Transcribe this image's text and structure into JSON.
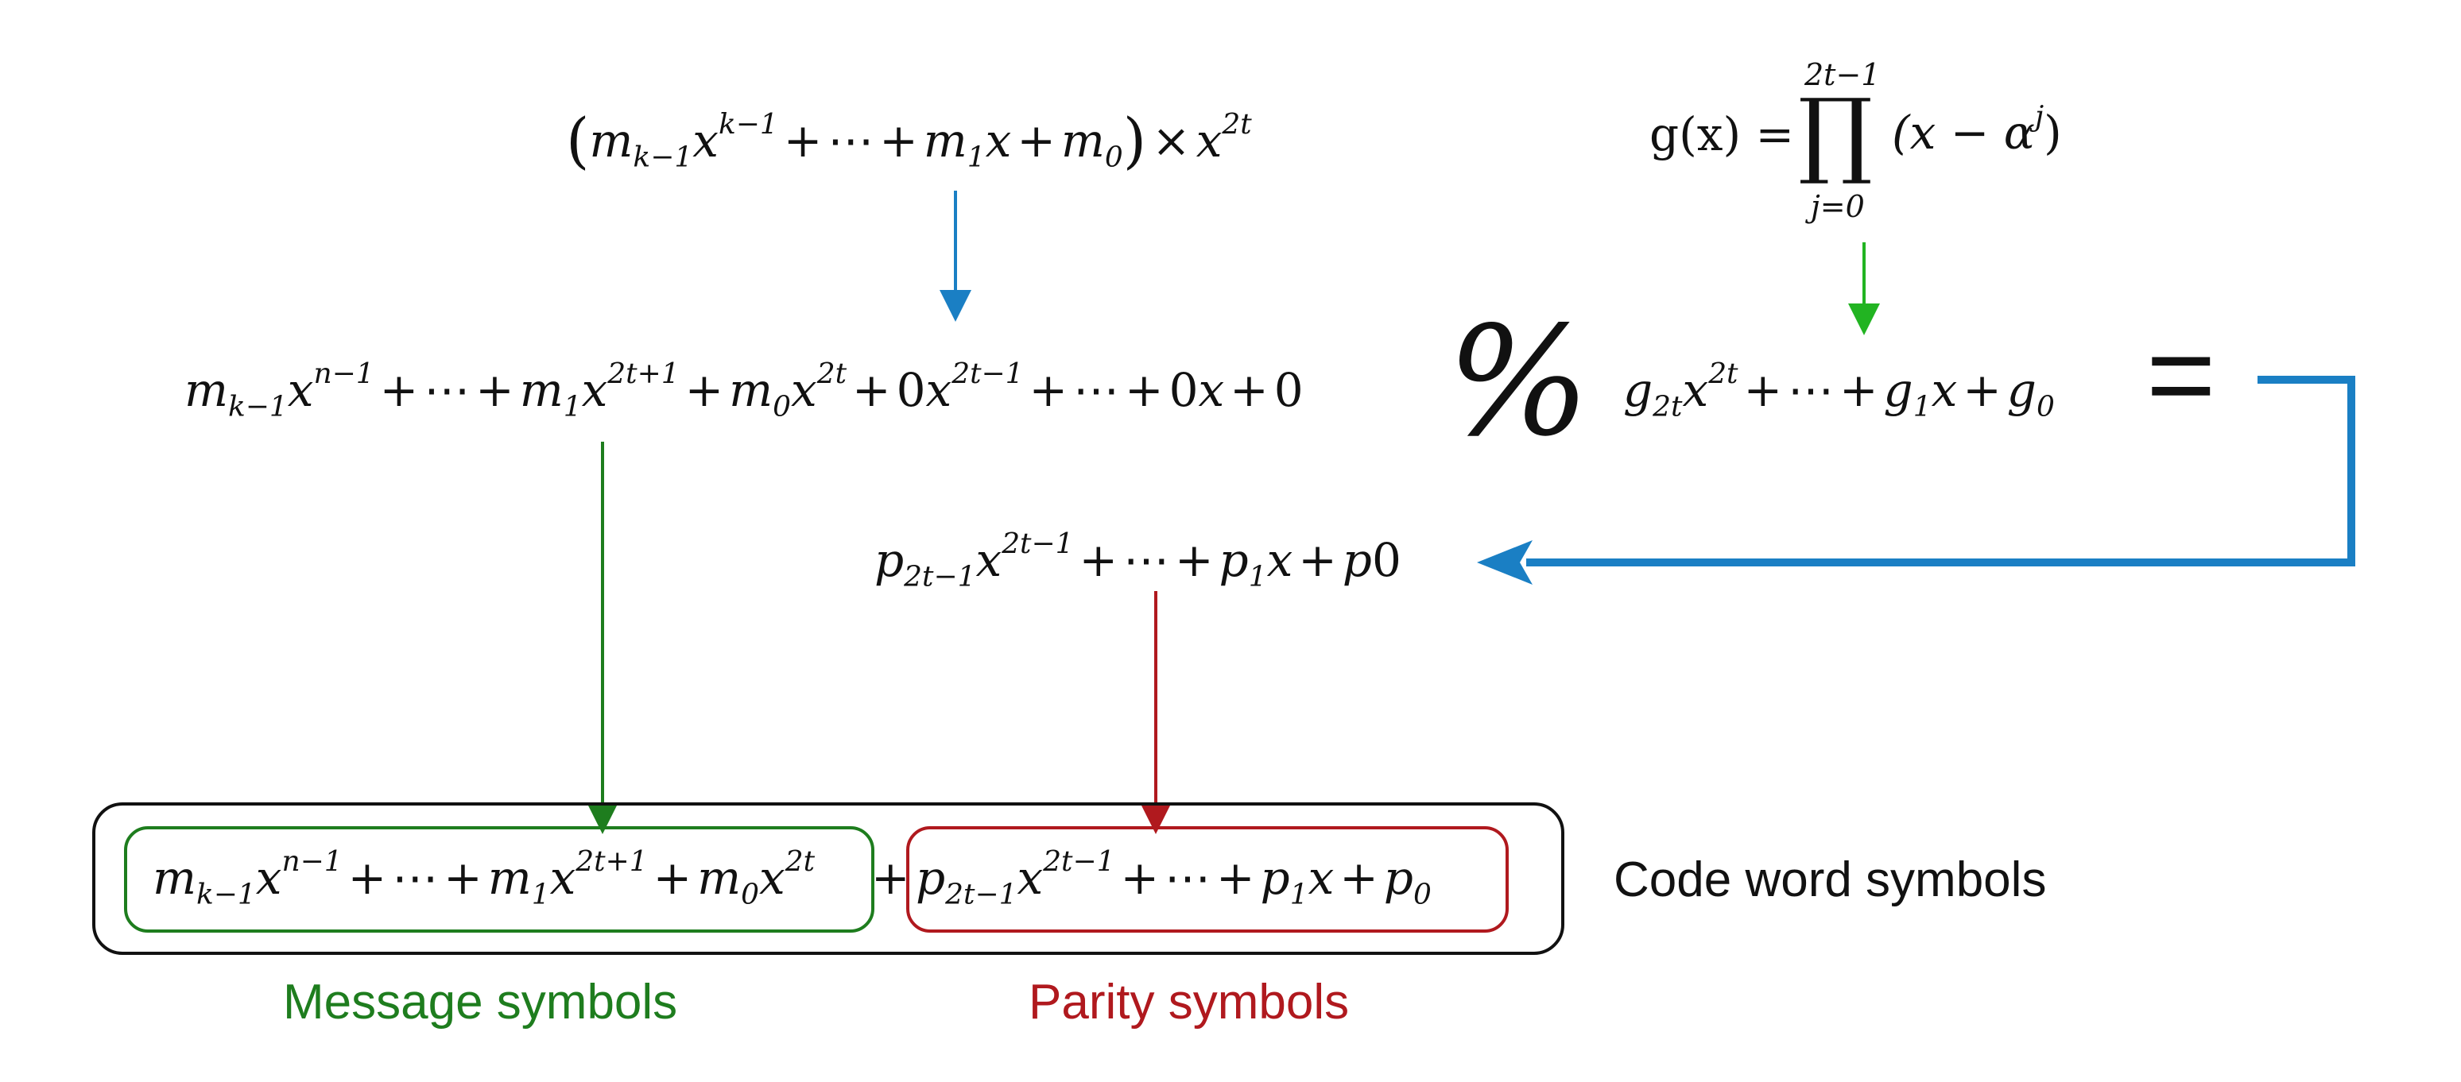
{
  "labels": {
    "code_word": "Code word symbols",
    "message": "Message symbols",
    "parity": "Parity symbols"
  },
  "operators": {
    "modulo": "%",
    "equals": "="
  },
  "generator": {
    "lhs": "g(x) =",
    "prod_upper": "2t−1",
    "prod_lower": "j=0",
    "factor": "(x − α",
    "factor_exp": "j",
    "factor_close": ")"
  },
  "colors": {
    "blue": "#1a7fc4",
    "green_light": "#22b422",
    "green": "#1e7d1e",
    "red": "#b0191e",
    "black": "#111111"
  }
}
